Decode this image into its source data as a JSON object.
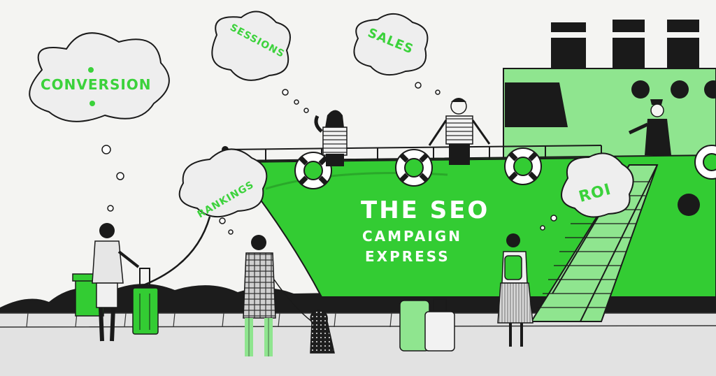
{
  "scene": {
    "ship_name_line1": "THE SEO",
    "ship_name_line2": "CAMPAIGN",
    "ship_name_line3": "EXPRESS"
  },
  "clouds": {
    "conversion": "CONVERSION",
    "sessions": "SESSIONS",
    "sales": "SALES",
    "rankings": "RANKINGS",
    "roi": "ROI"
  },
  "colors": {
    "ship_green": "#33cc33",
    "ship_light_green": "#8fe58f",
    "text_green": "#3bd23b",
    "ink": "#1a1a1a",
    "ground": "#e2e2e2"
  }
}
